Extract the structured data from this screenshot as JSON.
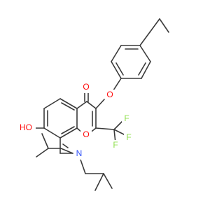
{
  "diagram": {
    "atom_labels": {
      "carbonyl_oxygen": "O",
      "ether_oxygen": "O",
      "ring_oxygen": "O",
      "hydroxyl": "HO",
      "nitrogen": "N",
      "fluorine_top": "F",
      "fluorine_right": "F",
      "fluorine_left": "F"
    },
    "colors": {
      "bond": "#3a3a3a",
      "oxygen": "#ff0d0d",
      "nitrogen": "#3050f8",
      "fluorine": "#90e050"
    }
  }
}
